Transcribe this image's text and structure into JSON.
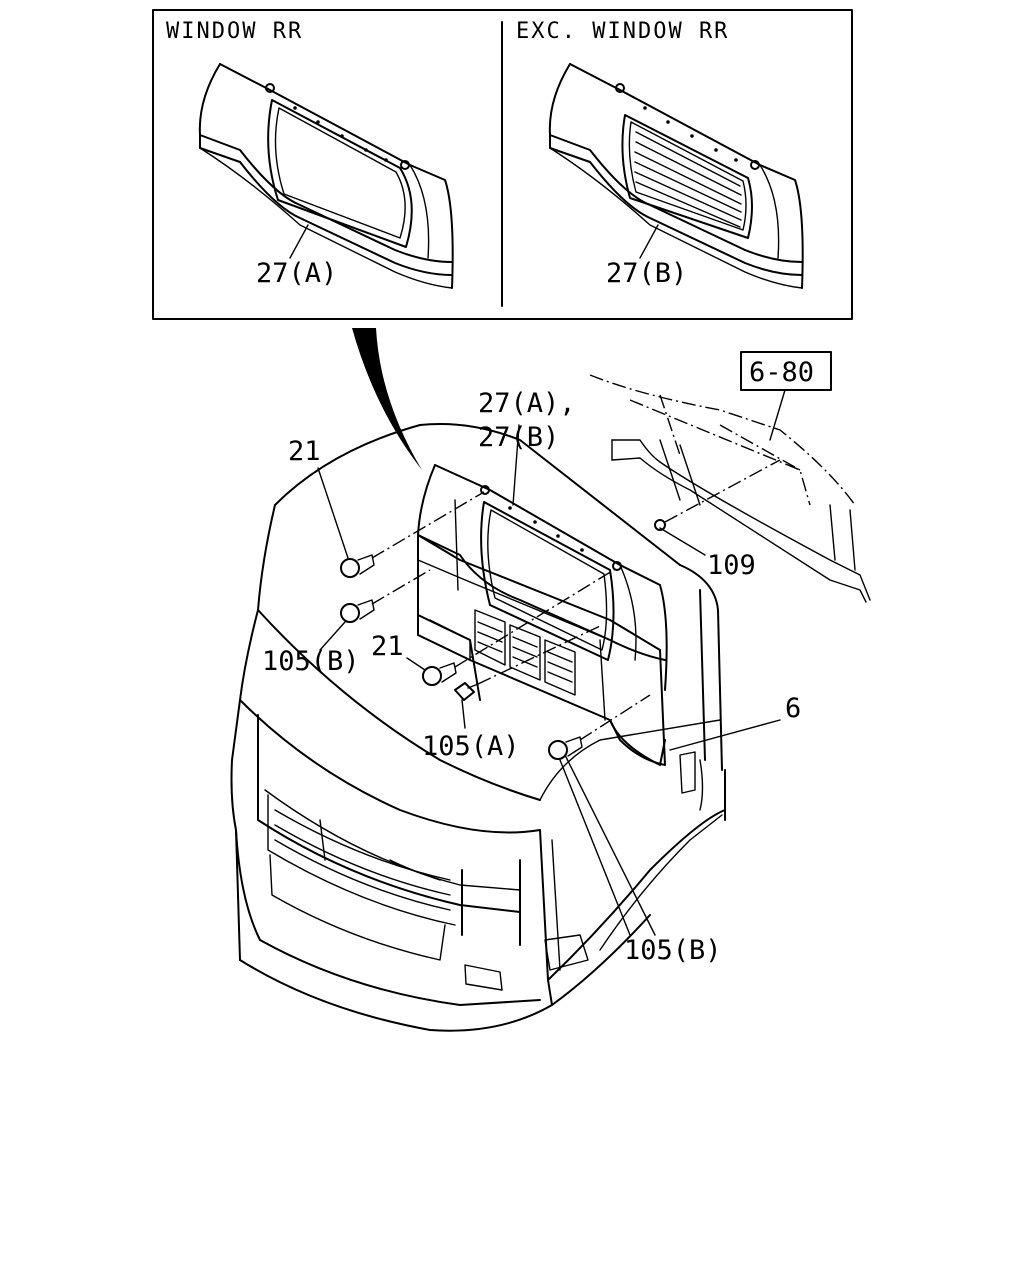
{
  "inset": {
    "left_title": "WINDOW RR",
    "right_title": "EXC. WINDOW RR",
    "left_part": "27(A)",
    "right_part": "27(B)"
  },
  "callouts": {
    "panel_a": "27(A),",
    "panel_b": "27(B)",
    "ref_box": "6-80",
    "grommet": "109",
    "clip_upper": "21",
    "clip_mid": "21",
    "clip_b_left": "105(B)",
    "clip_a": "105(A)",
    "cover": "6",
    "clip_b_right": "105(B)"
  }
}
